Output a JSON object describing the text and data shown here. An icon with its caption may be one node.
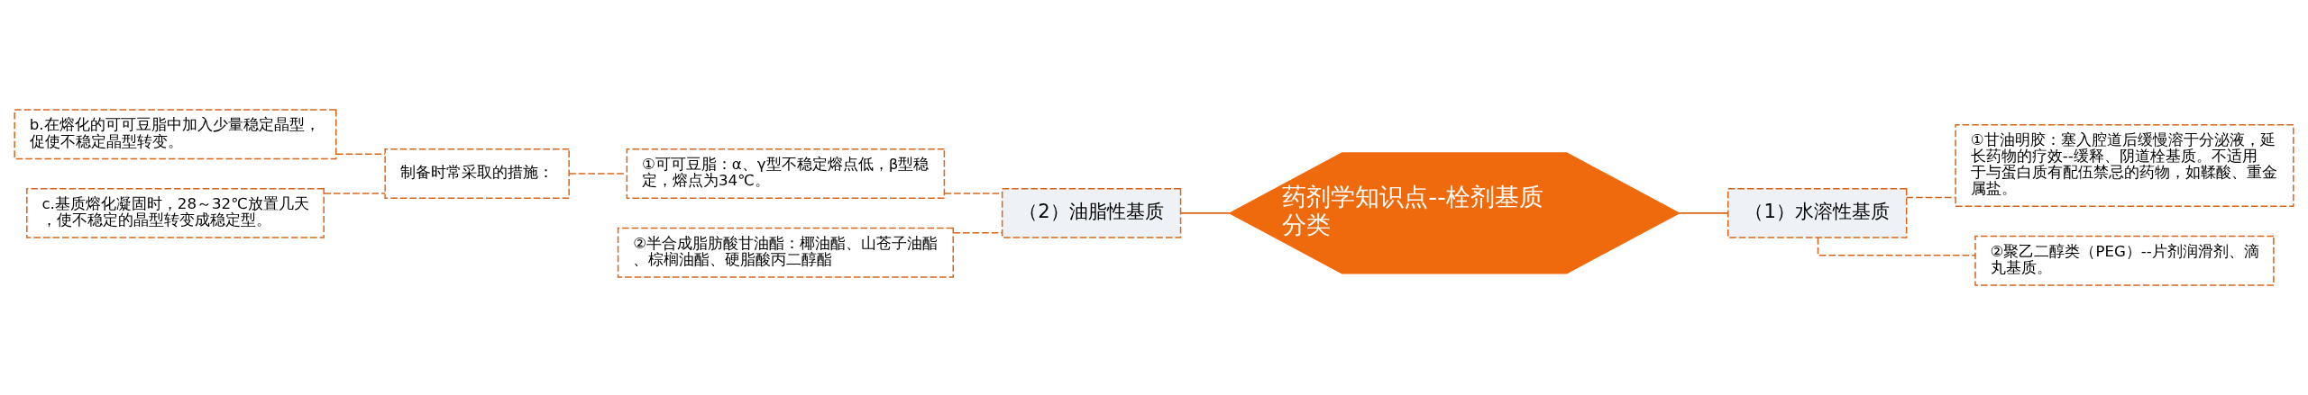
{
  "diagram": {
    "nodes": [
      {
        "text": [
          "药剂学知识点--栓剂基质分类"
        ]
      },
      {
        "text": [
          "（1）水溶性基质"
        ]
      },
      {
        "text": [
          "①甘油明胶：塞入腔道后缓慢溶于分泌液，延长药物的疗效--缓释、阴道栓基质。不适用于与蛋白质有配伍禁忌的药物，如鞣酸、重金属盐。"
        ]
      },
      {
        "text": [
          "②聚乙二醇类（PEG）--片剂润滑剂、滴丸基质。"
        ]
      },
      {
        "text": [
          "（2）油脂性基质"
        ]
      },
      {
        "text": [
          "①可可豆脂：α、γ型不稳定熔点低，β型稳定，熔点为34℃。"
        ]
      },
      {
        "text": [
          "制备时常采取的措施："
        ]
      },
      {
        "text": [
          "b.在熔化的可可豆脂中加入少量稳定晶型，促使不稳定晶型转变。"
        ]
      },
      {
        "text": [
          "c.基质熔化凝固时，28～32℃放置几天，使不稳定的晶型转变成稳定型。"
        ]
      },
      {
        "text": [
          "②半合成脂肪酸甘油酯：椰油酯、山苍子油酯、棕榈油酯、硬脂酸丙二醇酯"
        ]
      }
    ],
    "edges": [
      {
        "from": 0,
        "to": 1,
        "arrow": "none"
      },
      {
        "from": 1,
        "to": 2,
        "arrow": "none",
        "style": "dashed"
      },
      {
        "from": 1,
        "to": 3,
        "arrow": "none",
        "style": "dashed"
      },
      {
        "from": 0,
        "to": 4,
        "arrow": "none"
      },
      {
        "from": 4,
        "to": 5,
        "arrow": "none",
        "style": "dashed"
      },
      {
        "from": 5,
        "to": 6,
        "arrow": "none",
        "style": "dashed"
      },
      {
        "from": 6,
        "to": 7,
        "arrow": "none",
        "style": "dashed"
      },
      {
        "from": 6,
        "to": 8,
        "arrow": "none",
        "style": "dashed"
      },
      {
        "from": 4,
        "to": 9,
        "arrow": "none",
        "style": "dashed"
      }
    ]
  }
}
